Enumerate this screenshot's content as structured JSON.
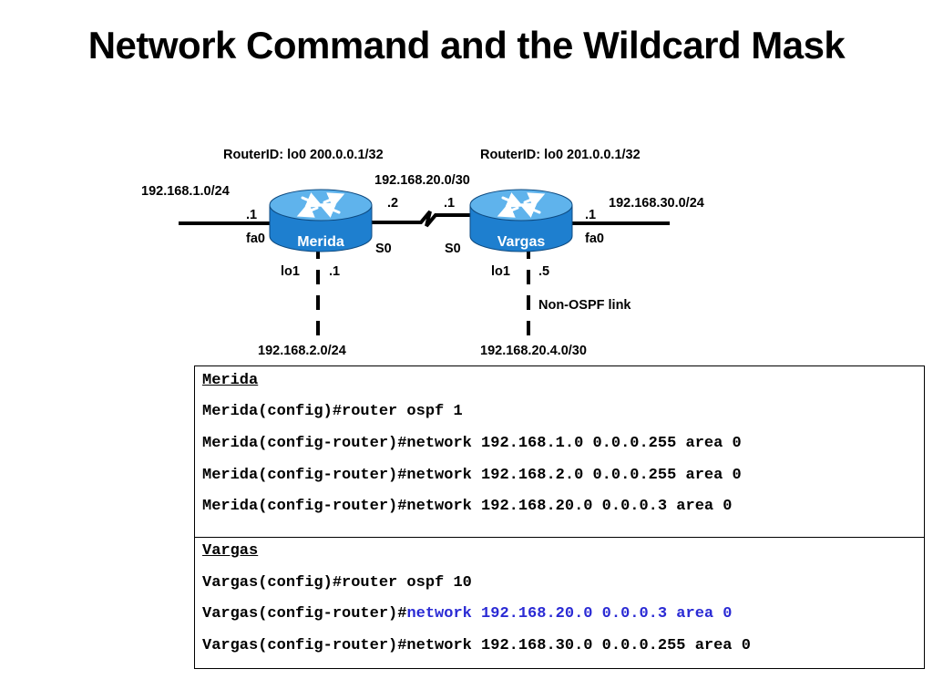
{
  "title": "Network Command and the Wildcard Mask",
  "colors": {
    "router_fill": "#1e7fcf",
    "router_top": "#5fb3ec",
    "highlight": "#2a2ad4"
  },
  "topology": {
    "merida": {
      "name": "Merida",
      "router_id": "RouterID: lo0 200.0.0.1/32",
      "lan_net": "192.168.1.0/24",
      "lan_host": ".1",
      "lan_if": "fa0",
      "serial_host": ".2",
      "serial_if": "S0",
      "loop_if": "lo1",
      "loop_host": ".1",
      "loop_net": "192.168.2.0/24"
    },
    "vargas": {
      "name": "Vargas",
      "router_id": "RouterID: lo0 201.0.0.1/32",
      "lan_net": "192.168.30.0/24",
      "lan_host": ".1",
      "lan_if": "fa0",
      "serial_host": ".1",
      "serial_if": "S0",
      "loop_if": "lo1",
      "loop_host": ".5",
      "loop_net": "192.168.20.4.0/30",
      "loop_note": "Non-OSPF link"
    },
    "serial_net": "192.168.20.0/30"
  },
  "config": {
    "merida": {
      "heading": "Merida",
      "lines": [
        "Merida(config)#router ospf 1",
        "Merida(config-router)#network 192.168.1.0 0.0.0.255 area 0",
        "Merida(config-router)#network 192.168.2.0 0.0.0.255 area 0",
        "Merida(config-router)#network 192.168.20.0 0.0.0.3 area 0"
      ]
    },
    "vargas": {
      "heading": "Vargas",
      "line1": "Vargas(config)#router ospf 10",
      "line2_prefix": "Vargas(config-router)#",
      "line2_highlight": "network 192.168.20.0 0.0.0.3 area 0",
      "line3": "Vargas(config-router)#network 192.168.30.0 0.0.0.255 area 0"
    }
  }
}
